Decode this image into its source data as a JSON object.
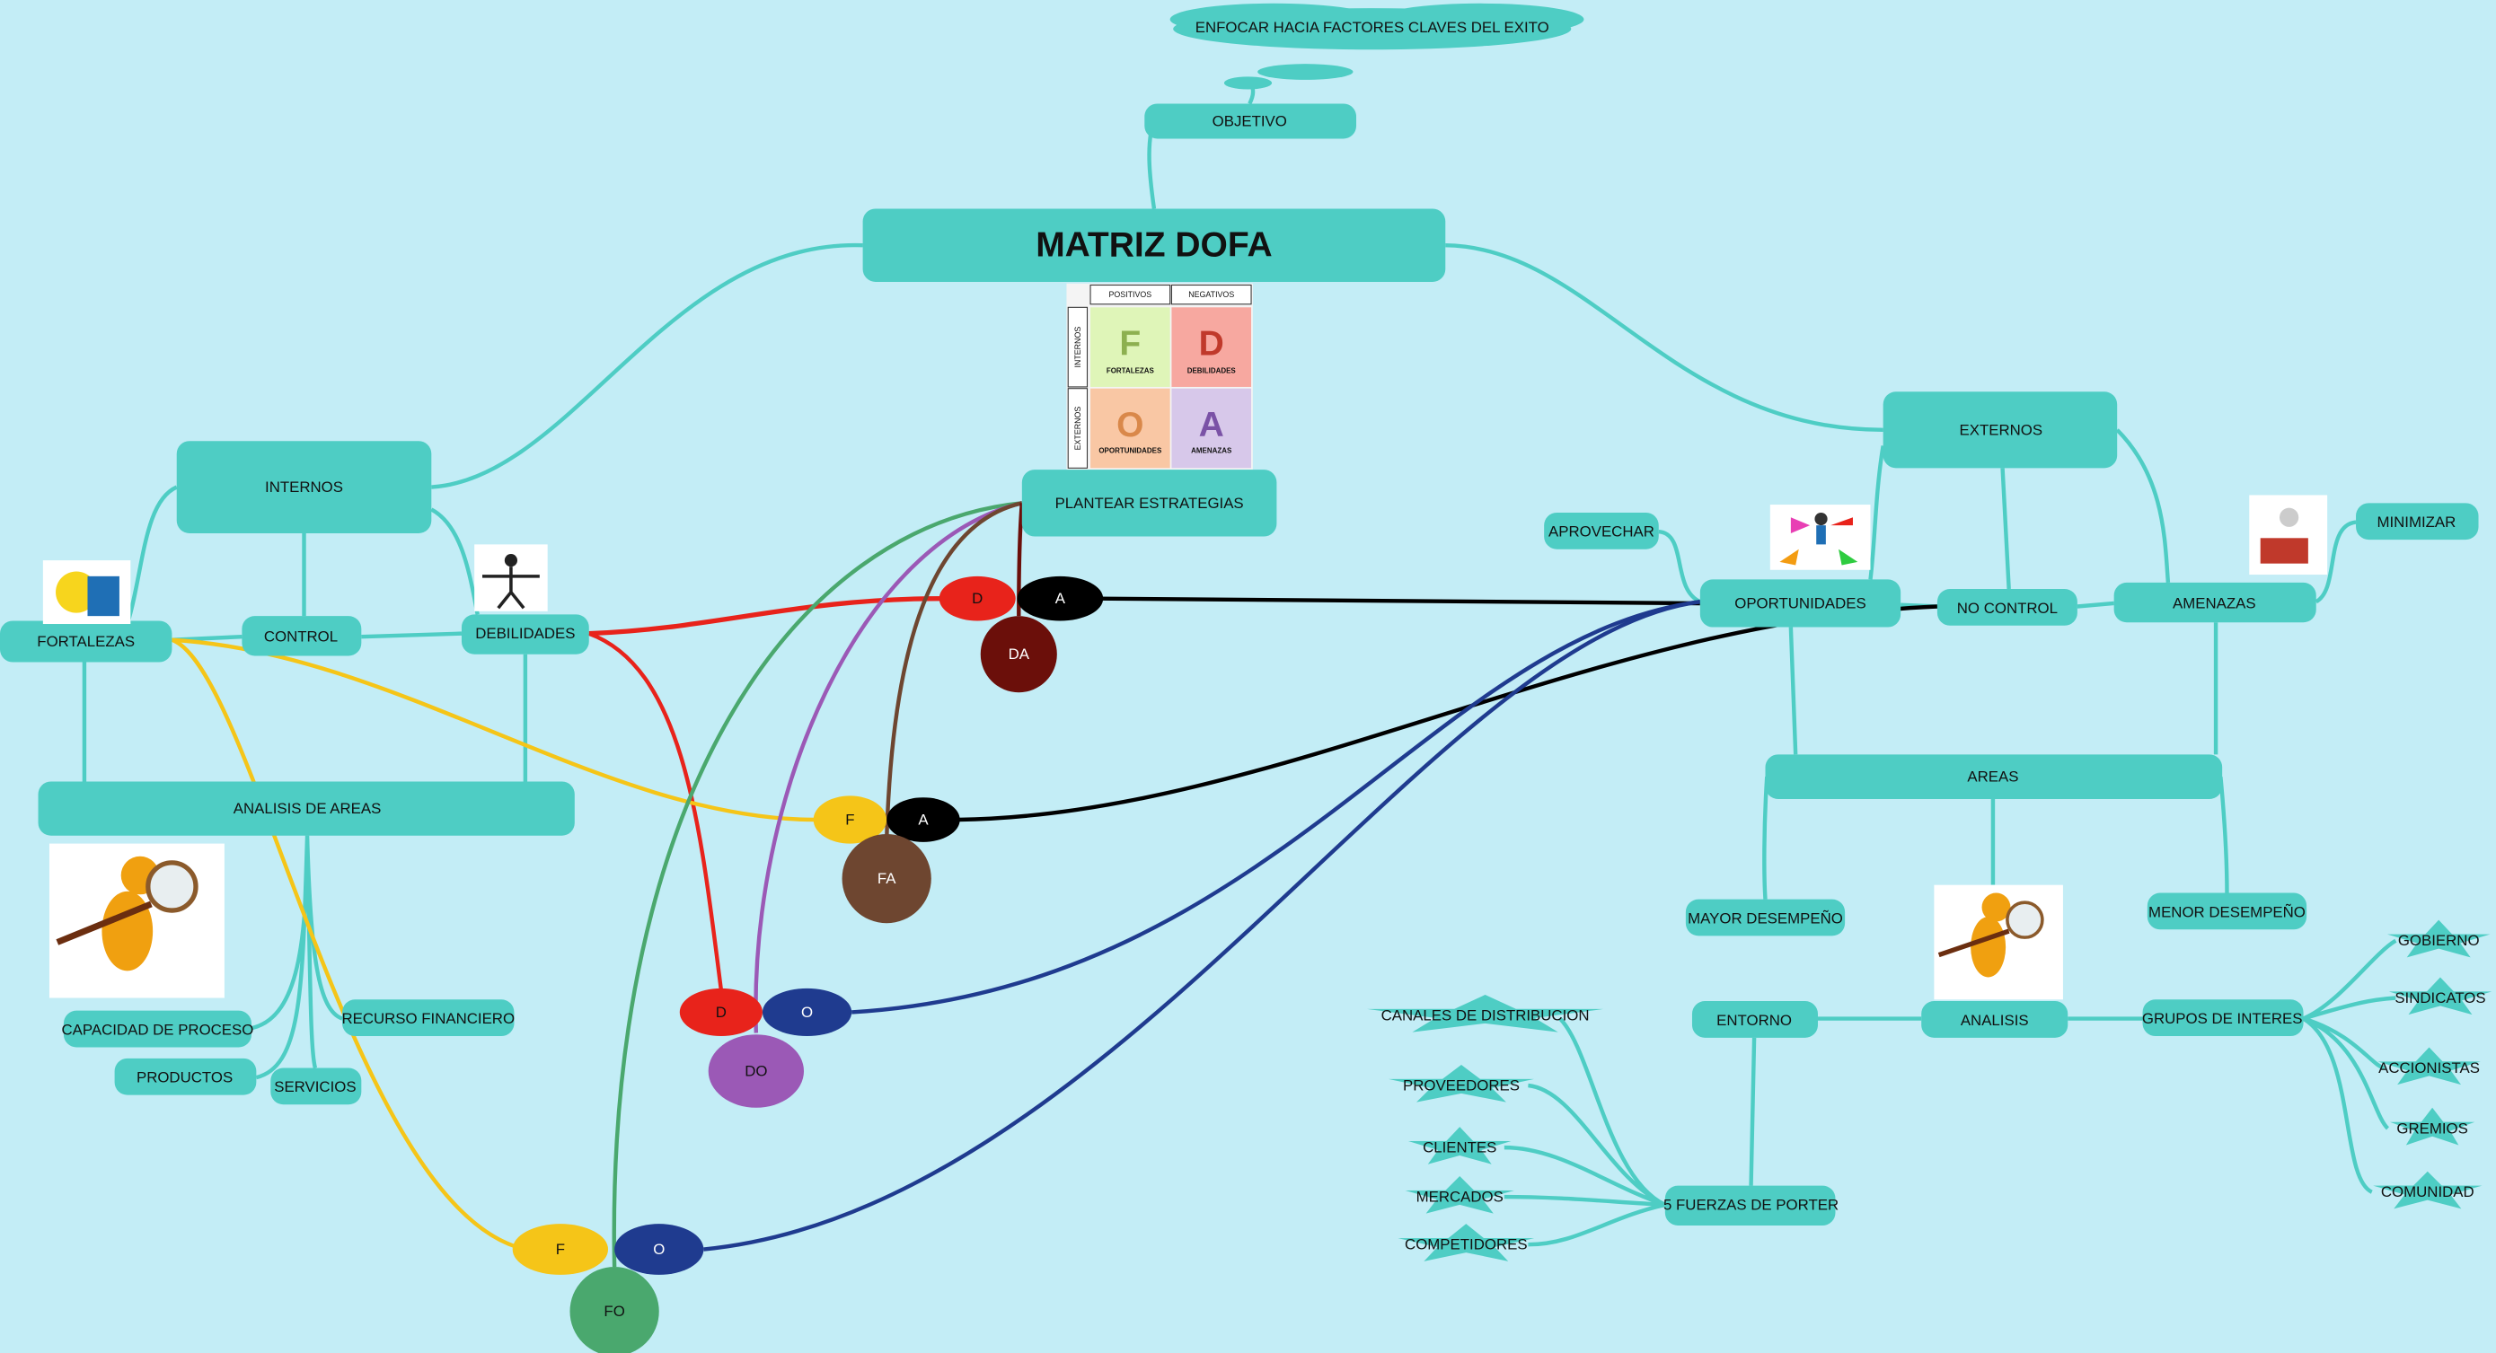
{
  "colors": {
    "background": "#c3edf6",
    "node": "#4ecdc4",
    "red": "#e8231b",
    "black": "#000000",
    "yellow": "#f5c518",
    "blue": "#1f3b8f",
    "dark_red": "#6b0f0a",
    "brown": "#6e4630",
    "purple": "#9b59b6",
    "green": "#4aa86e"
  },
  "title": "MATRIZ DOFA",
  "cloud": "ENFOCAR HACIA FACTORES CLAVES DEL EXITO",
  "objetivo": "OBJETIVO",
  "plantear": "PLANTEAR ESTRATEGIAS",
  "matrix": {
    "positivos": "POSITIVOS",
    "negativos": "NEGATIVOS",
    "internos": "INTERNOS",
    "externos": "EXTERNOS",
    "cells": [
      {
        "letter": "F",
        "label": "FORTALEZAS"
      },
      {
        "letter": "D",
        "label": "DEBILIDADES"
      },
      {
        "letter": "O",
        "label": "OPORTUNIDADES"
      },
      {
        "letter": "A",
        "label": "AMENAZAS"
      }
    ]
  },
  "left": {
    "internos": "INTERNOS",
    "fortalezas": "FORTALEZAS",
    "control": "CONTROL",
    "debilidades": "DEBILIDADES",
    "analisis_areas": "ANALISIS DE AREAS",
    "capacidad": "CAPACIDAD DE PROCESO",
    "recurso": "RECURSO FINANCIERO",
    "productos": "PRODUCTOS",
    "servicios": "SERVICIOS"
  },
  "right": {
    "externos": "EXTERNOS",
    "aprovechar": "APROVECHAR",
    "oportunidades": "OPORTUNIDADES",
    "no_control": "NO CONTROL",
    "amenazas": "AMENAZAS",
    "minimizar": "MINIMIZAR",
    "areas": "AREAS",
    "mayor": "MAYOR DESEMPEÑO",
    "menor": "MENOR DESEMPEÑO",
    "entorno": "ENTORNO",
    "analisis": "ANALISIS",
    "grupos": "GRUPOS DE INTERES",
    "porter": "5 FUERZAS DE PORTER"
  },
  "porter_items": [
    "CANALES DE DISTRIBUCION",
    "PROVEEDORES",
    "CLIENTES",
    "MERCADOS",
    "COMPETIDORES"
  ],
  "grupos_items": [
    "GOBIERNO",
    "SINDICATOS",
    "ACCIONISTAS",
    "GREMIOS",
    "COMUNIDAD"
  ],
  "strategies": {
    "da": {
      "a": "D",
      "b": "A",
      "c": "DA"
    },
    "fa": {
      "a": "F",
      "b": "A",
      "c": "FA"
    },
    "do": {
      "a": "D",
      "b": "O",
      "c": "DO"
    },
    "fo": {
      "a": "F",
      "b": "O",
      "c": "FO"
    }
  }
}
